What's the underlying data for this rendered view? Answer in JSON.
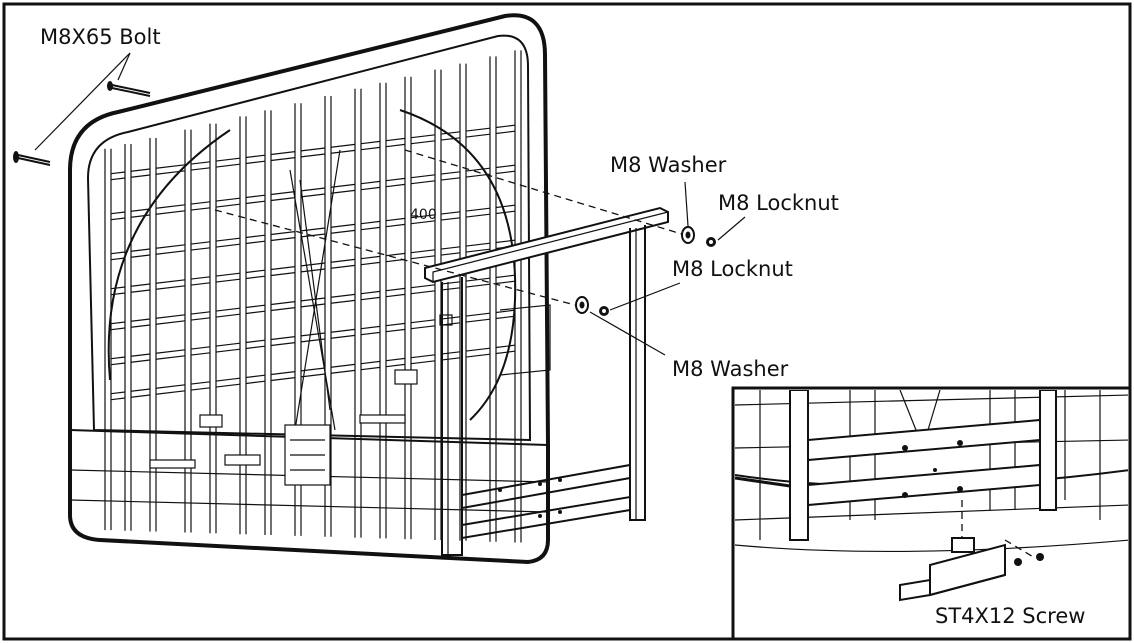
{
  "labels": {
    "bolt": "M8X65 Bolt",
    "washer_top": "M8 Washer",
    "locknut_top": "M8 Locknut",
    "locknut_mid": "M8 Locknut",
    "washer_bottom": "M8 Washer",
    "screw": "ST4X12 Screw",
    "panel_marking": "400"
  },
  "colors": {
    "line": "#111111",
    "background": "#ffffff"
  }
}
